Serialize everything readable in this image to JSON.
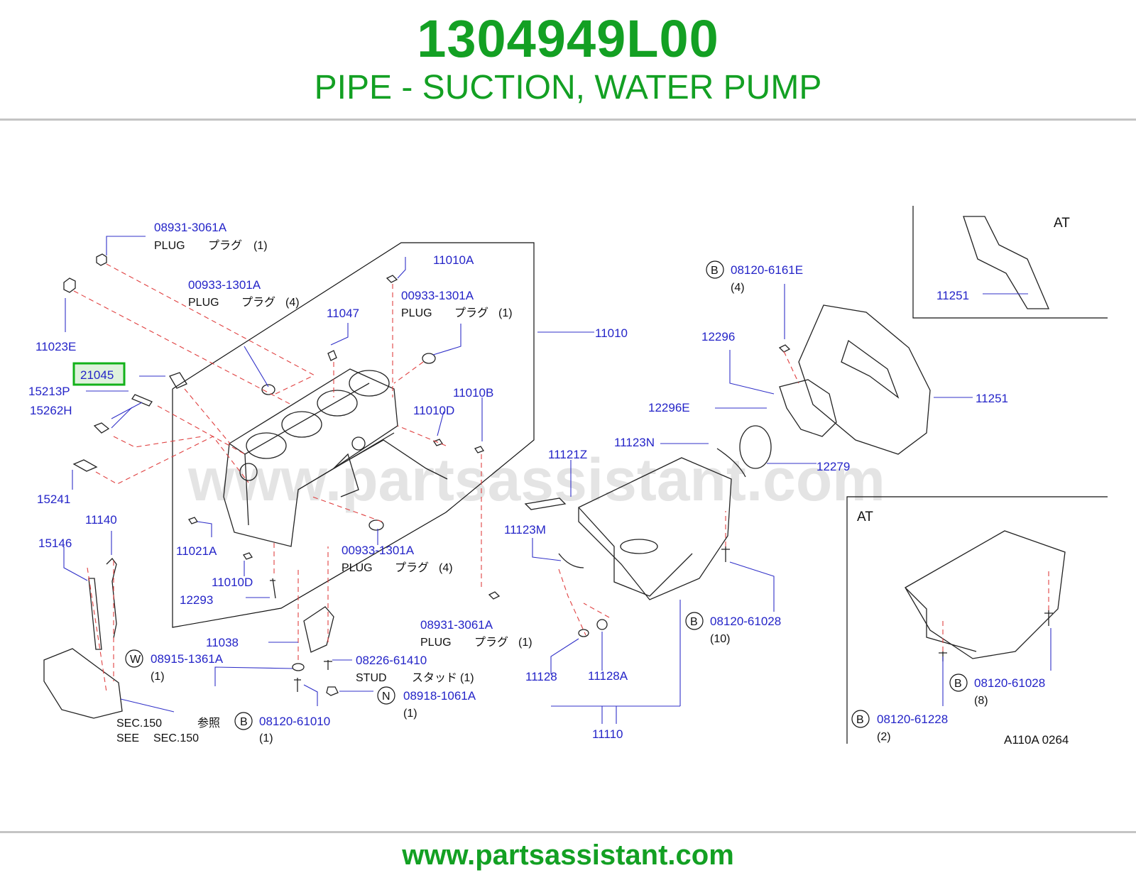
{
  "header": {
    "part_number": "1304949L00",
    "part_name": "PIPE - SUCTION, WATER PUMP"
  },
  "footer": {
    "url": "www.partsassistant.com"
  },
  "diagram": {
    "watermark": "www.partsassistant.com",
    "highlighted_part": "21045",
    "ref_code": "A110A 0264",
    "callouts": {
      "c1": {
        "number": "08931-3061A",
        "desc": "PLUG",
        "jp": "プラグ",
        "qty": "(1)"
      },
      "c2": {
        "number": "00933-1301A",
        "desc": "PLUG",
        "jp": "プラグ",
        "qty": "(4)"
      },
      "c3": {
        "number": "11010A"
      },
      "c4": {
        "number": "00933-1301A",
        "desc": "PLUG",
        "jp": "プラグ",
        "qty": "(1)"
      },
      "c5": {
        "number": "11047"
      },
      "c6": {
        "number": "11023E"
      },
      "c7": {
        "number": "21045"
      },
      "c8": {
        "number": "15213P"
      },
      "c9": {
        "number": "15262H"
      },
      "c10": {
        "number": "11010B"
      },
      "c11": {
        "number": "11010D"
      },
      "c12": {
        "number": "11010"
      },
      "c13": {
        "number": "15241"
      },
      "c14": {
        "number": "11140"
      },
      "c15": {
        "number": "15146"
      },
      "c16": {
        "number": "11021A"
      },
      "c17": {
        "number": "11010D"
      },
      "c18": {
        "number": "12293"
      },
      "c19": {
        "number": "00933-1301A",
        "desc": "PLUG",
        "jp": "プラグ",
        "qty": "(4)"
      },
      "c20": {
        "number": "08931-3061A",
        "desc": "PLUG",
        "jp": "プラグ",
        "qty": "(1)"
      },
      "c21": {
        "number": "11038"
      },
      "c22": {
        "prefix": "W",
        "number": "08915-1361A",
        "qty": "(1)"
      },
      "c23": {
        "number": "08226-61410",
        "desc": "STUD",
        "jp": "スタッド",
        "qty": "(1)"
      },
      "c24": {
        "prefix": "N",
        "number": "08918-1061A",
        "qty": "(1)"
      },
      "c25": {
        "prefix": "B",
        "number": "08120-61010",
        "qty": "(1)",
        "ref1": "SEC.150",
        "ref_jp": "参照",
        "ref2": "SEE",
        "ref3": "SEC.150"
      },
      "c26": {
        "prefix": "B",
        "number": "08120-6161E",
        "qty": "(4)"
      },
      "c27": {
        "number": "12296"
      },
      "c28": {
        "number": "12296E"
      },
      "c29": {
        "number": "11251"
      },
      "c30": {
        "number": "11123N"
      },
      "c31": {
        "number": "12279"
      },
      "c32": {
        "number": "11121Z"
      },
      "c33": {
        "number": "11123M"
      },
      "c34": {
        "prefix": "B",
        "number": "08120-61028",
        "qty": "(10)"
      },
      "c35": {
        "number": "11128"
      },
      "c36": {
        "number": "11128A"
      },
      "c37": {
        "number": "11110"
      },
      "c38": {
        "label": "AT",
        "number": "11251"
      },
      "c39": {
        "label": "AT"
      },
      "c40": {
        "prefix": "B",
        "number": "08120-61028",
        "qty": "(8)"
      },
      "c41": {
        "prefix": "B",
        "number": "08120-61228",
        "qty": "(2)"
      }
    }
  }
}
